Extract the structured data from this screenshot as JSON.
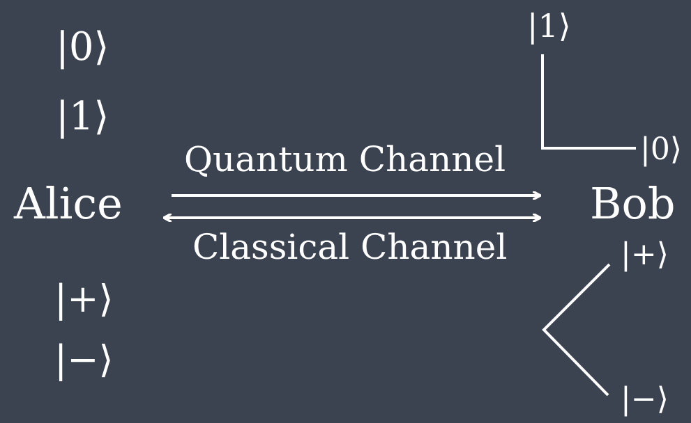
{
  "alice": {
    "name": "Alice",
    "states": [
      {
        "ket": "|0⟩",
        "inner": "0"
      },
      {
        "ket": "|1⟩",
        "inner": "1"
      },
      {
        "ket": "|+⟩",
        "inner": "+"
      },
      {
        "ket": "|−⟩",
        "inner": "−"
      }
    ]
  },
  "bob": {
    "name": "Bob",
    "rectilinear_basis": {
      "up_label": {
        "ket": "|1⟩",
        "inner": "1"
      },
      "right_label": {
        "ket": "|0⟩",
        "inner": "0"
      }
    },
    "diagonal_basis": {
      "upper_label": {
        "ket": "|+⟩",
        "inner": "+"
      },
      "lower_label": {
        "ket": "|−⟩",
        "inner": "−"
      }
    }
  },
  "channels": {
    "quantum": "Quantum Channel",
    "classical": "Classical Channel"
  },
  "colors": {
    "background": "#3b4350",
    "foreground": "#ffffff"
  }
}
